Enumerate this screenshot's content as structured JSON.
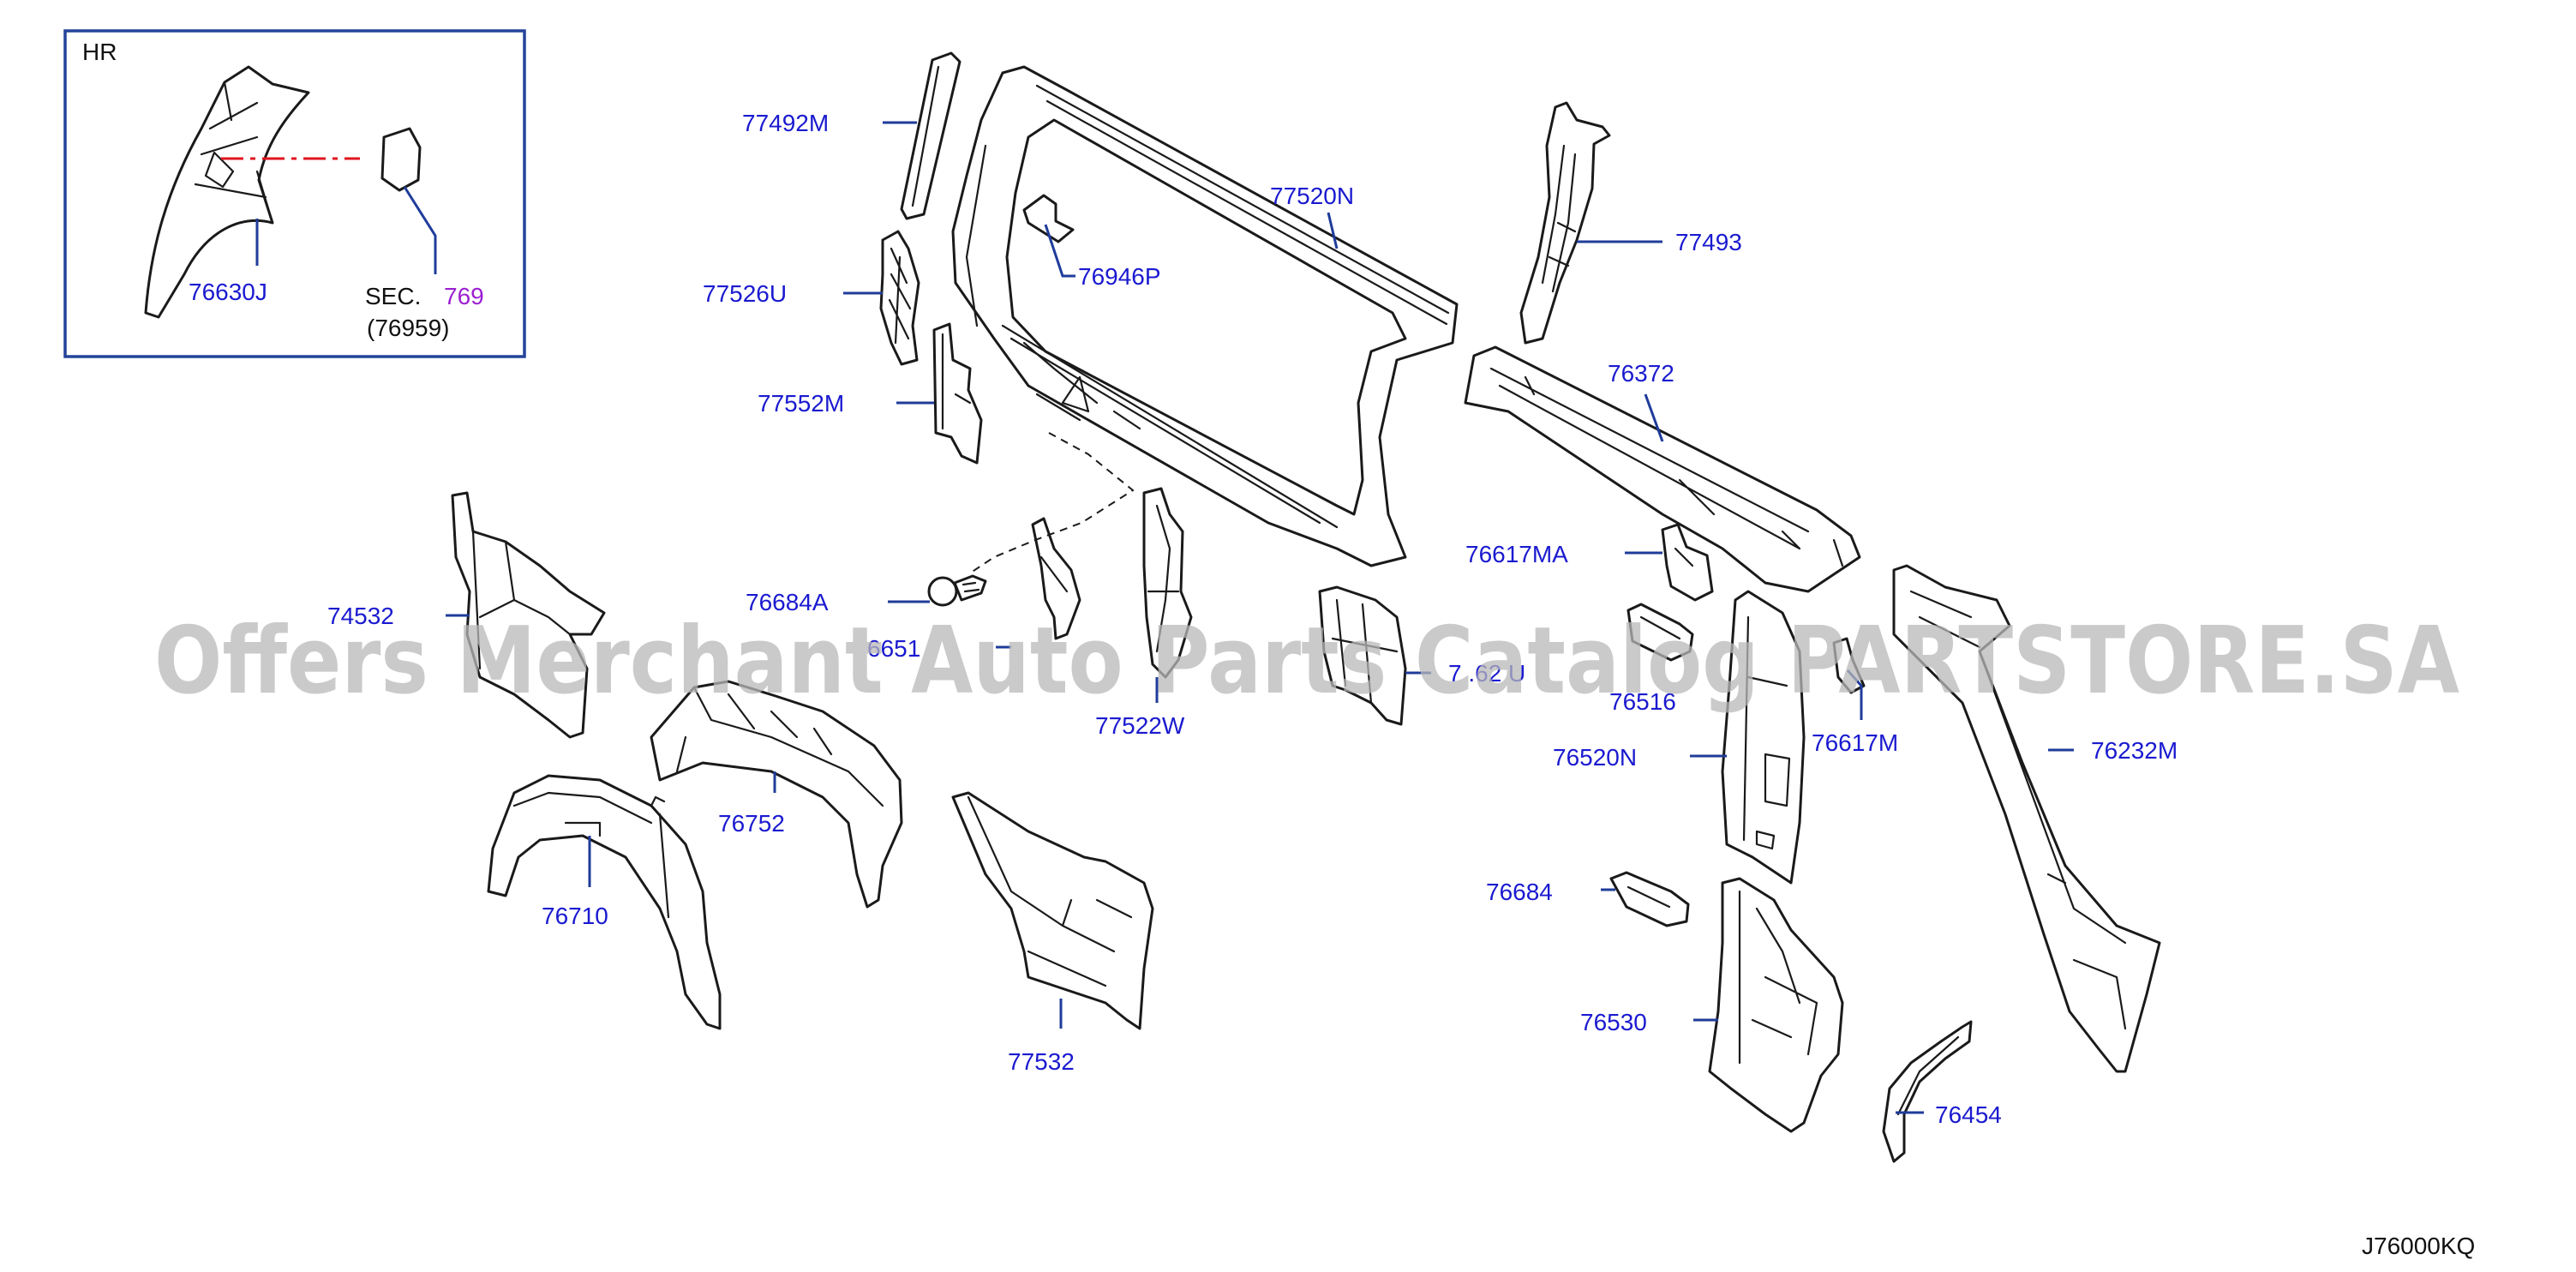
{
  "inset": {
    "tag": "HR",
    "part_label": "76630J",
    "sec_prefix": "SEC.",
    "sec_number": "769",
    "sec_ref": "(76959)"
  },
  "callouts": {
    "p77492M": "77492M",
    "p77526U": "77526U",
    "p77552M": "77552M",
    "p77520N": "77520N",
    "p76946P": "76946P",
    "p77493": "77493",
    "p76372": "76372",
    "p74532": "74532",
    "p76684A": "76684A",
    "p66510_partial": "6651",
    "p77522W": "77522W",
    "p76752": "76752",
    "p76710": "76710",
    "p77532": "77532",
    "p76617MA": "76617MA",
    "p76516": "76516",
    "p76617M": "76617M",
    "p76520N": "76520N",
    "p76232M": "76232M",
    "p76684": "76684",
    "p76530": "76530",
    "p76454": "76454",
    "p_obscured": "7 .62 U"
  },
  "diagram_code": "J76000KQ",
  "watermark": "Offers Merchant Auto Parts Catalog PARTSTORE.SA",
  "colors": {
    "label": "#1a1ad0",
    "leader": "#1f3c9a",
    "inset_border": "#24449a",
    "sec_number": "#9b1fd0",
    "dash_red": "#e0141e"
  }
}
